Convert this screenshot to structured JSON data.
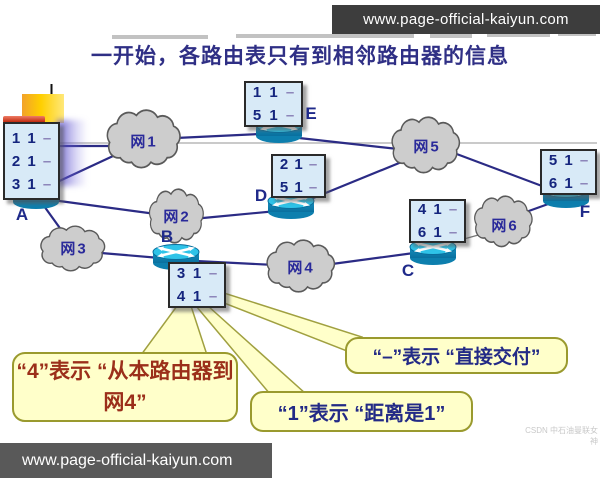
{
  "title": "一开始，各路由表只有到相邻路由器的信息",
  "watermarks": {
    "top": "www.page-official-kaiyun.com",
    "bottom": "www.page-official-kaiyun.com",
    "csdn": "CSDN 中石油曼联女神"
  },
  "networks": {
    "net1": "网1",
    "net2": "网2",
    "net3": "网3",
    "net4": "网4",
    "net5": "网5",
    "net6": "网6"
  },
  "routers": {
    "A": "A",
    "B": "B",
    "C": "C",
    "D": "D",
    "E": "E",
    "F": "F"
  },
  "tables": {
    "A": {
      "rows": [
        {
          "net": "1",
          "dist": "1",
          "hop": "–"
        },
        {
          "net": "2",
          "dist": "1",
          "hop": "–"
        },
        {
          "net": "3",
          "dist": "1",
          "hop": "–"
        }
      ]
    },
    "B": {
      "rows": [
        {
          "net": "3",
          "dist": "1",
          "hop": "–"
        },
        {
          "net": "4",
          "dist": "1",
          "hop": "–"
        }
      ]
    },
    "C": {
      "rows": [
        {
          "net": "4",
          "dist": "1",
          "hop": "–"
        },
        {
          "net": "6",
          "dist": "1",
          "hop": "–"
        }
      ]
    },
    "D": {
      "rows": [
        {
          "net": "2",
          "dist": "1",
          "hop": "–"
        },
        {
          "net": "5",
          "dist": "1",
          "hop": "–"
        }
      ]
    },
    "E": {
      "rows": [
        {
          "net": "1",
          "dist": "1",
          "hop": "–"
        },
        {
          "net": "5",
          "dist": "1",
          "hop": "–"
        }
      ]
    },
    "F": {
      "rows": [
        {
          "net": "5",
          "dist": "1",
          "hop": "–"
        },
        {
          "net": "6",
          "dist": "1",
          "hop": "–"
        }
      ]
    }
  },
  "callouts": {
    "four": {
      "text": "“4”表示 “从本路由器到网4”"
    },
    "dash": {
      "text": "“–”表示 “直接交付”"
    },
    "one": {
      "text": "“1”表示 “距离是1”"
    }
  },
  "colors": {
    "title_text": "#2f2f85",
    "table_bg": "#d8eaf7",
    "table_text": "#15257e",
    "link_line": "#2b2b85",
    "cloud_fill": "#cdcdcd",
    "router_top": "#2fc3e8",
    "router_side": "#0d7fae",
    "callout_bg": "#ffffca",
    "callout_border": "#9a9a2e",
    "callout_red_text": "#9b2f1a",
    "callout_blue_text": "#232a86",
    "watermark_bg": "#3d3d3d"
  }
}
